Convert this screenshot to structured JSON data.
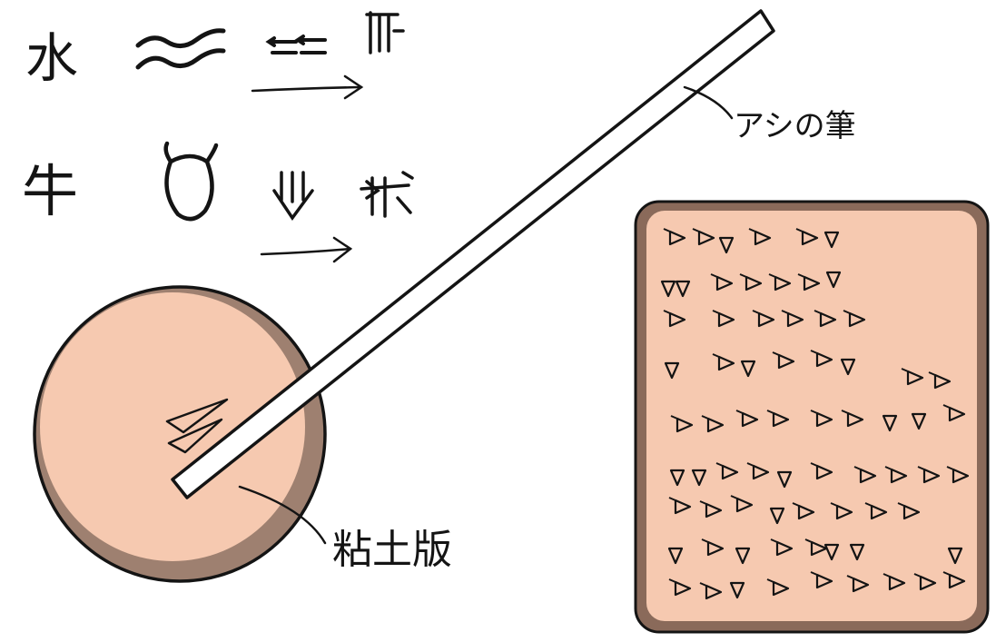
{
  "labels": {
    "water_char": "水",
    "cow_char": "牛",
    "reed_pen": "アシの筆",
    "clay_tablet": "粘土版"
  },
  "icons": {
    "water_pictograph": "wavy-lines-icon",
    "cow_pictograph": "cow-head-icon",
    "cuneiform": "wedge-sign-icon",
    "arrow": "arrow-right-icon",
    "reed": "reed-pen-icon"
  },
  "colors": {
    "ink": "#141414",
    "clay": "#f6c9b0",
    "clay_rim": "#9e8070",
    "tablet_border": "#8a6a5a",
    "reed_fill": "#ffffff"
  }
}
